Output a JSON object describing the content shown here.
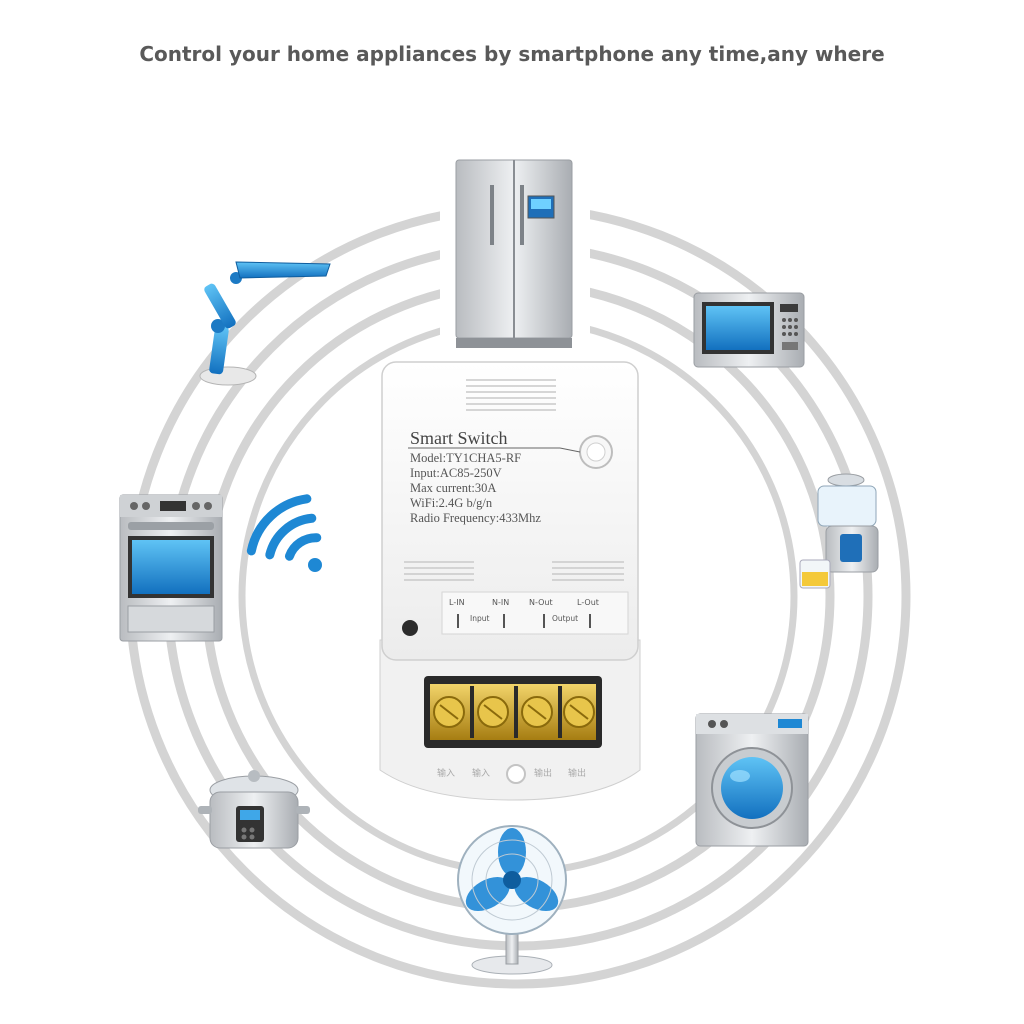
{
  "headline": "Control your home appliances by smartphone any time,any where",
  "device": {
    "title": "Smart Switch",
    "model": "Model:TY1CHA5-RF",
    "input": "Input:AC85-250V",
    "max_current": "Max current:30A",
    "wifi": "WiFi:2.4G b/g/n",
    "radio": "Radio Frequency:433Mhz",
    "terminals": [
      "L-IN",
      "N-IN",
      "N-Out",
      "L-Out"
    ],
    "input_group": "Input",
    "output_group": "Output",
    "base_labels": [
      "输入",
      "输入",
      "输出",
      "输出"
    ]
  },
  "appliance_icons": [
    "refrigerator-icon",
    "microwave-icon",
    "juicer-icon",
    "washing-machine-icon",
    "fan-icon",
    "rice-cooker-icon",
    "oven-icon",
    "desk-lamp-icon"
  ],
  "wifi_icon": "wifi-icon",
  "colors": {
    "accent_blue": "#1e88d4",
    "ring_gray": "#d4d4d4",
    "terminal_brass": "#c9a623"
  }
}
